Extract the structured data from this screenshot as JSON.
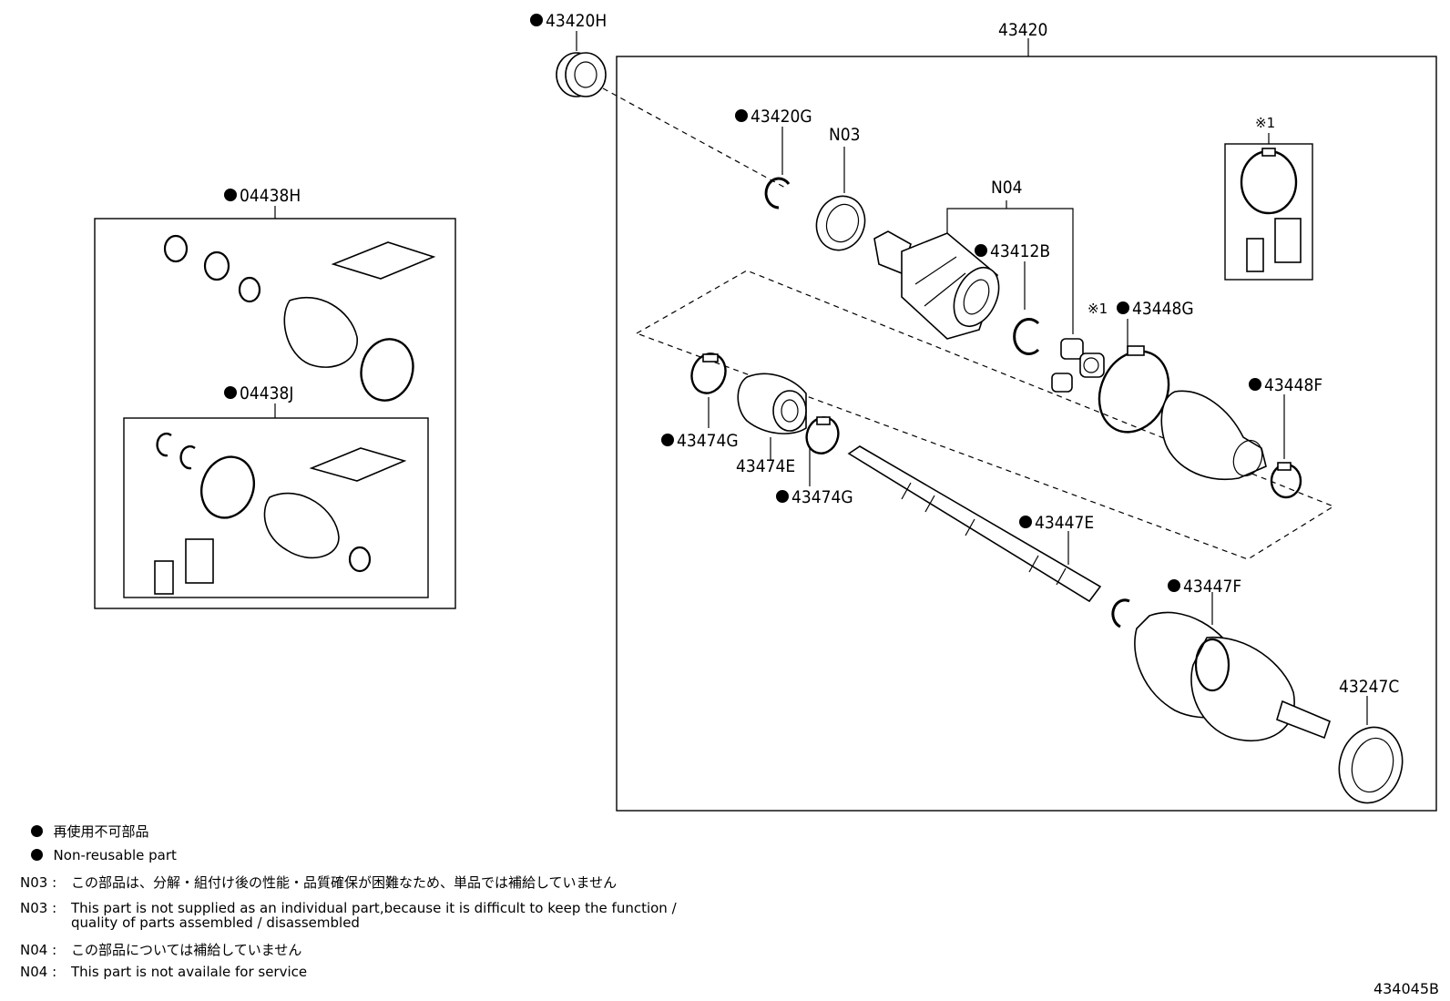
{
  "callouts": {
    "p43420H": "43420H",
    "p43420": "43420",
    "p43420G": "43420G",
    "n03": "N03",
    "n04": "N04",
    "p43412B": "43412B",
    "x1_top": "※1",
    "x1_mid": "※1",
    "p43448G": "43448G",
    "p43448F": "43448F",
    "p04438H": "04438H",
    "p04438J": "04438J",
    "p43474G_a": "43474G",
    "p43474E": "43474E",
    "p43474G_b": "43474G",
    "p43447E": "43447E",
    "p43447F": "43447F",
    "p43247C": "43247C"
  },
  "legend": {
    "jp": "再使用不可部品",
    "en": "Non-reusable part"
  },
  "notes": [
    {
      "code": "N03 :",
      "text": "この部品は、分解・組付け後の性能・品質確保が困難なため、単品では補給していません"
    },
    {
      "code": "N03 :",
      "text": "This part is not supplied as an individual part,because it is difficult to keep the function /\nquality of parts assembled / disassembled"
    },
    {
      "code": "N04 :",
      "text": "この部品については補給していません"
    },
    {
      "code": "N04 :",
      "text": "This part is not availale for service"
    }
  ],
  "diagram_id": "434045B"
}
